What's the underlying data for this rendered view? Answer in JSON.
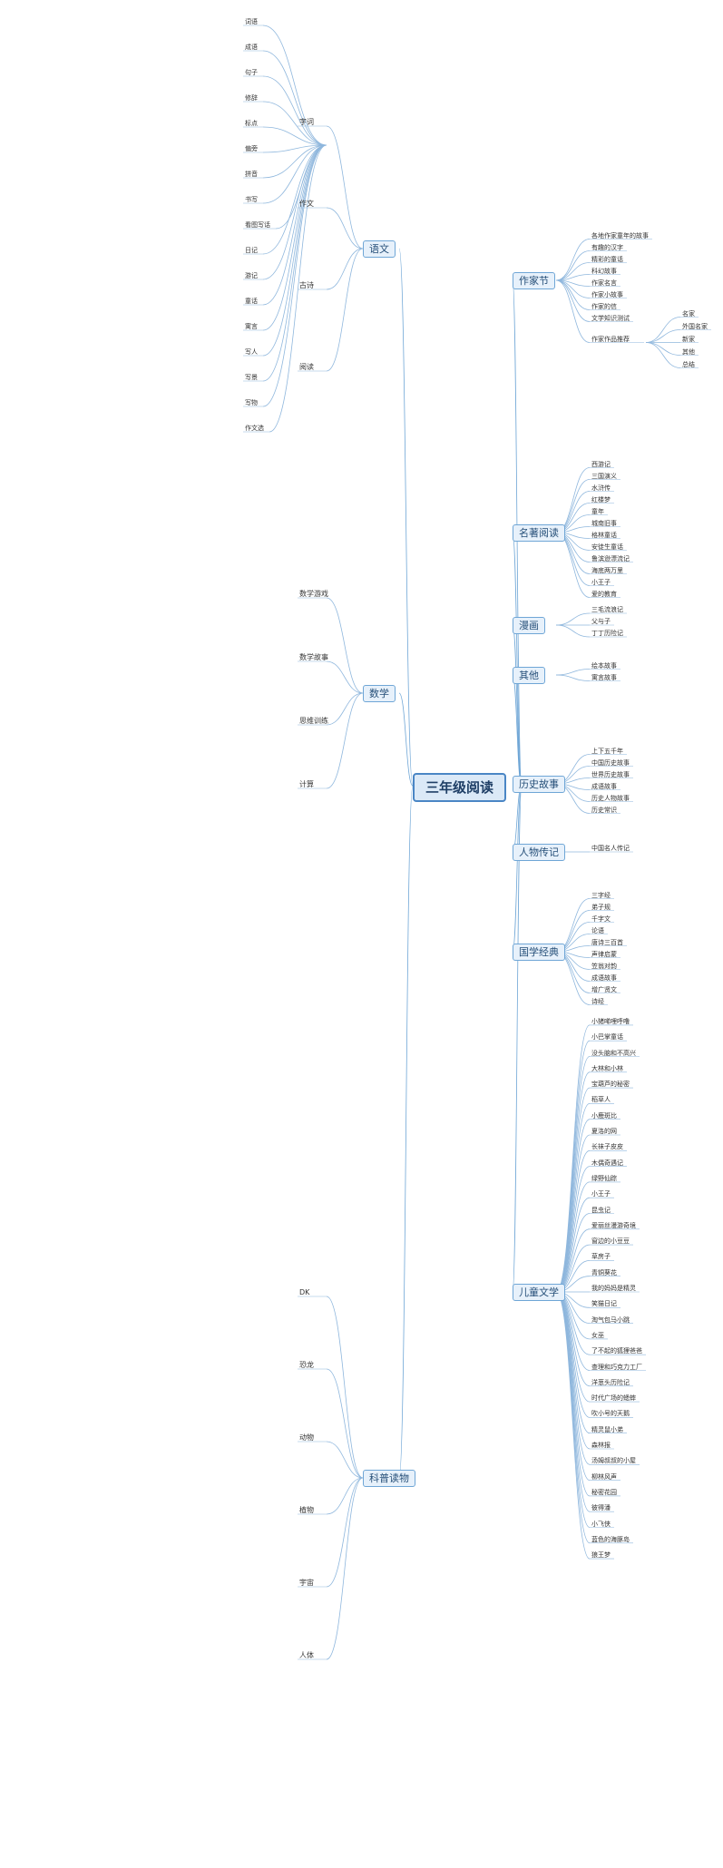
{
  "root": "三年级阅读",
  "right": [
    {
      "label": "作家节",
      "children": [
        "各地作家童年的故事",
        "有趣的汉字",
        "精彩的童话",
        "科幻故事",
        "作家名言",
        "作家小故事",
        "作家的信",
        "文学知识测试"
      ],
      "sub": {
        "label": "作家作品推荐",
        "children": [
          "名家",
          "外国名家",
          "新家",
          "其他",
          "总结"
        ]
      }
    },
    {
      "label": "名著阅读",
      "children": [
        "西游记",
        "三国演义",
        "水浒传",
        "红楼梦",
        "童年",
        "城南旧事",
        "格林童话",
        "安徒生童话",
        "鲁滨逊漂流记",
        "海底两万里",
        "小王子",
        "爱的教育"
      ]
    },
    {
      "label": "漫画",
      "children": [
        "三毛流浪记",
        "父与子",
        "丁丁历险记"
      ]
    },
    {
      "label": "其他",
      "children": [
        "绘本故事",
        "寓言故事"
      ]
    },
    {
      "label": "历史故事",
      "children": [
        "上下五千年",
        "中国历史故事",
        "世界历史故事",
        "成语故事",
        "历史人物故事",
        "历史常识"
      ]
    },
    {
      "label": "人物传记",
      "children": [
        "中国名人传记"
      ]
    },
    {
      "label": "国学经典",
      "children": [
        "三字经",
        "弟子规",
        "千字文",
        "论语",
        "唐诗三百首",
        "声律启蒙",
        "笠翁对韵",
        "成语故事",
        "增广贤文",
        "诗经"
      ]
    },
    {
      "label": "儿童文学",
      "children": [
        "小猪唏哩呼噜",
        "小巴掌童话",
        "没头脑和不高兴",
        "大林和小林",
        "宝葫芦的秘密",
        "稻草人",
        "小鹿斑比",
        "夏洛的网",
        "长袜子皮皮",
        "木偶奇遇记",
        "绿野仙踪",
        "小王子",
        "昆虫记",
        "爱丽丝漫游奇境",
        "窗边的小豆豆",
        "草房子",
        "青铜葵花",
        "我的妈妈是精灵",
        "笑猫日记",
        "淘气包马小跳",
        "女巫",
        "了不起的狐狸爸爸",
        "查理和巧克力工厂",
        "洋葱头历险记",
        "时代广场的蟋蟀",
        "吹小号的天鹅",
        "精灵鼠小弟",
        "森林报",
        "汤姆叔叔的小屋",
        "柳林风声",
        "秘密花园",
        "彼得潘",
        "小飞侠",
        "蓝色的海豚岛",
        "狼王梦"
      ]
    }
  ],
  "left": [
    {
      "label": "语文",
      "children": [
        "字词",
        "作文",
        "古诗",
        "阅读"
      ]
    },
    {
      "label": "数学",
      "children": [
        "数学游戏",
        "数学故事",
        "思维训练",
        "计算"
      ]
    },
    {
      "label": "科普读物",
      "children": [
        "DK",
        "恐龙",
        "动物",
        "植物",
        "宇宙",
        "人体"
      ]
    }
  ],
  "small_labels": [
    "词语",
    "成语",
    "句子",
    "修辞",
    "标点",
    "偏旁",
    "拼音",
    "书写",
    "看图写话",
    "日记",
    "游记",
    "童话",
    "寓言",
    "写人",
    "写景",
    "写物",
    "作文选"
  ]
}
